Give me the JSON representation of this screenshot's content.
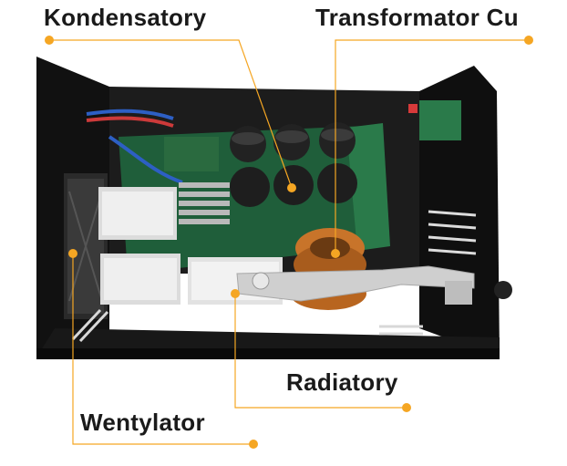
{
  "labels": {
    "kondensatory": "Kondensatory",
    "transformator": "Transformator Cu",
    "radiatory": "Radiatory",
    "wentylator": "Wentylator"
  },
  "colors": {
    "accent": "#f5a623",
    "housing": "#141414",
    "pcb": "#1f5e3a",
    "copper": "#c8742a",
    "aluminum": "#cfcfcf"
  }
}
